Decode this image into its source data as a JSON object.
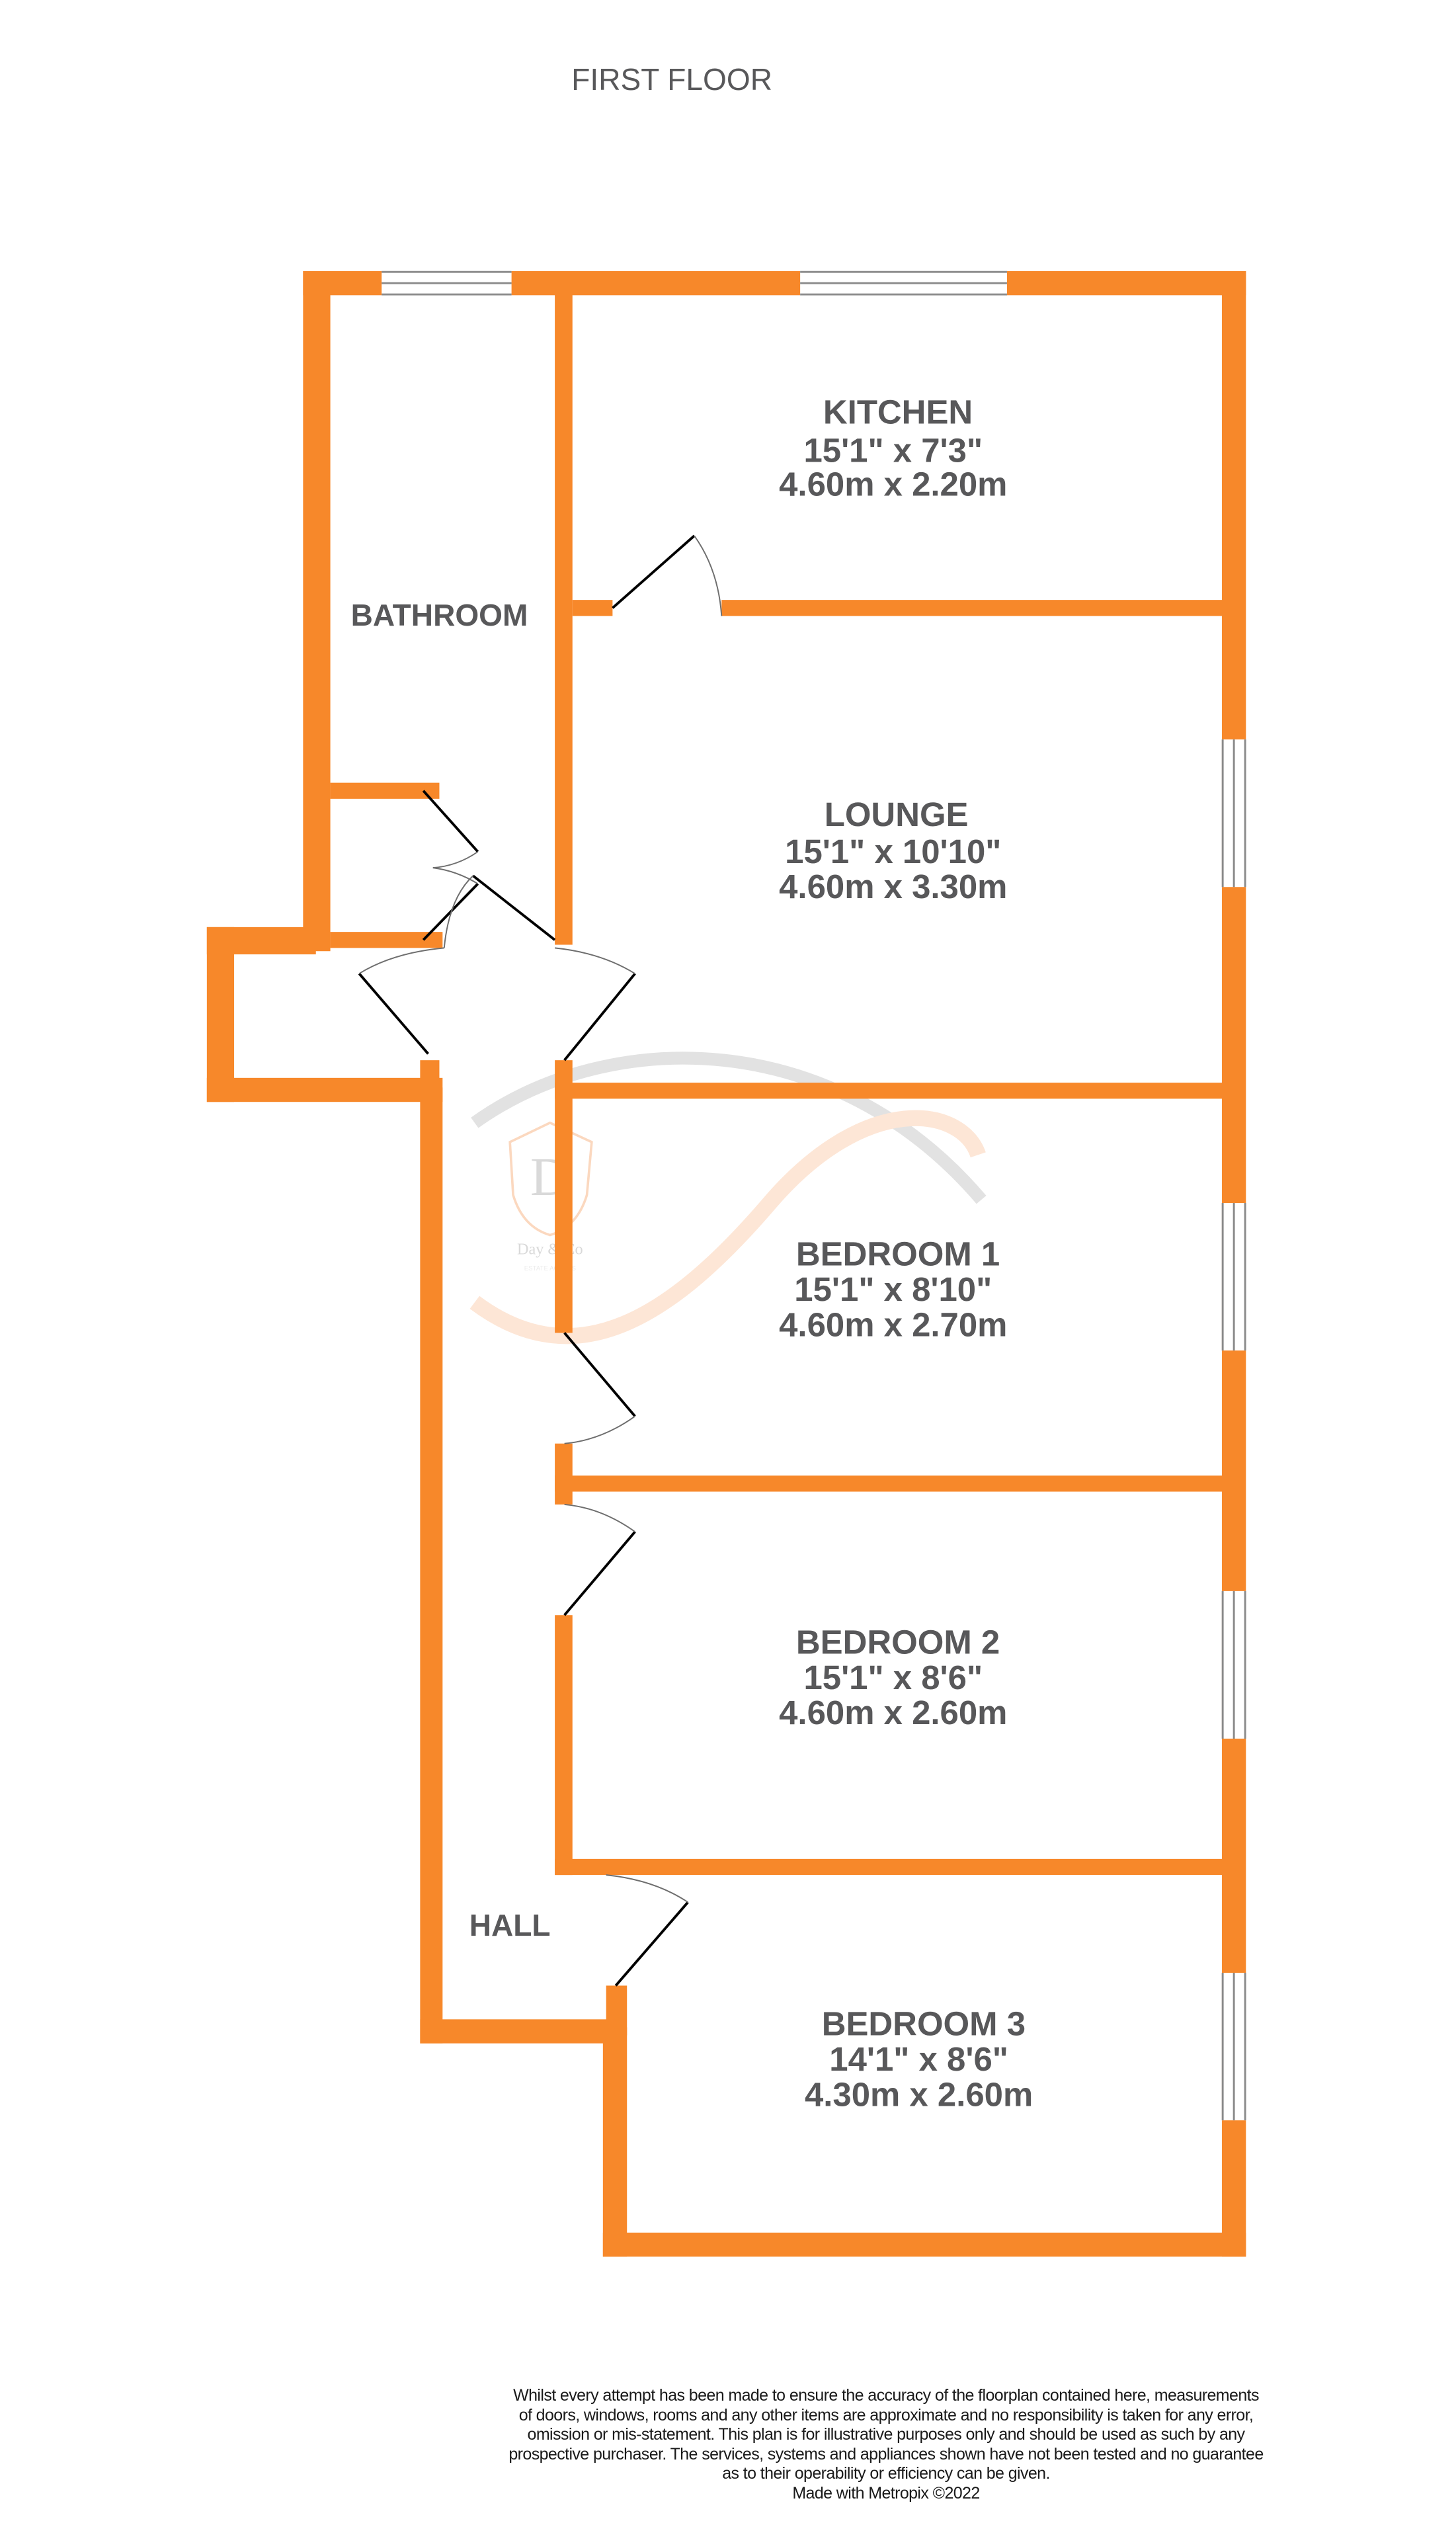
{
  "title": "FIRST FLOOR",
  "colors": {
    "wall": "#f7882a",
    "text": "#58585a",
    "window": "#8a8a8a",
    "door": "#000000"
  },
  "rooms": [
    {
      "name": "KITCHEN",
      "imperial": "15'1\"  x 7'3\"",
      "metric": "4.60m  x 2.20m"
    },
    {
      "name": "LOUNGE",
      "imperial": "15'1\"  x 10'10\"",
      "metric": "4.60m  x 3.30m"
    },
    {
      "name": "BEDROOM 1",
      "imperial": "15'1\"  x 8'10\"",
      "metric": "4.60m  x 2.70m"
    },
    {
      "name": "BEDROOM 2",
      "imperial": "15'1\"  x 8'6\"",
      "metric": "4.60m  x 2.60m"
    },
    {
      "name": "BEDROOM 3",
      "imperial": "14'1\"  x 8'6\"",
      "metric": "4.30m  x 2.60m"
    },
    {
      "name": "BATHROOM"
    },
    {
      "name": "HALL"
    }
  ],
  "watermark": {
    "letter": "D",
    "brand": "Day & Co",
    "subtitle": "ESTATE AGENTS"
  },
  "disclaimer": {
    "lines": [
      "Whilst every attempt has been made to ensure the accuracy of the floorplan contained here, measurements",
      "of doors, windows, rooms and any other items are approximate and no responsibility is taken for any error,",
      "omission or mis-statement. This plan is for illustrative purposes only and should be used as such by any",
      "prospective purchaser. The services, systems and appliances shown have not been tested and no guarantee",
      "as to their operability or efficiency can be given."
    ],
    "credit": "Made with Metropix ©2022"
  }
}
